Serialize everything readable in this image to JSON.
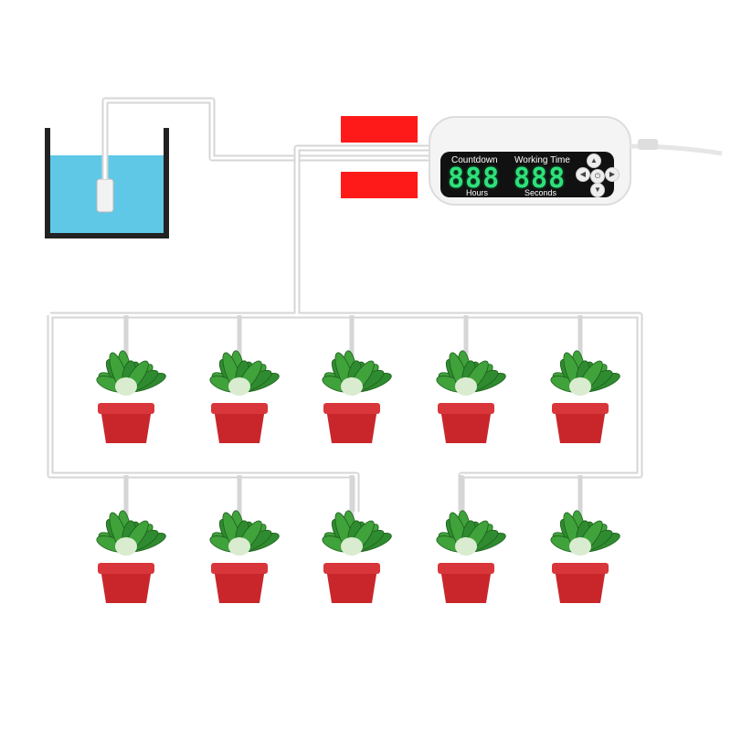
{
  "device": {
    "countdown_label": "Countdown",
    "working_label": "Working Time",
    "countdown_digits": "888",
    "working_digits": "888",
    "hours_label": "Hours",
    "seconds_label": "Seconds",
    "body_color": "#f4f4f4",
    "display_color": "#111111",
    "digit_color": "#2ee07a",
    "buttons": [
      "up-arrow-icon",
      "left-arrow-icon",
      "power-icon",
      "right-arrow-icon",
      "down-arrow-icon"
    ]
  },
  "colors": {
    "water": "#5ec8e6",
    "pot": "#c9262b",
    "leaf": "#2f8b2f",
    "tape": "#ff1a1a",
    "tube": "#d9d9d9"
  },
  "plants": {
    "top_row_count": 5,
    "bottom_row_count": 5
  }
}
